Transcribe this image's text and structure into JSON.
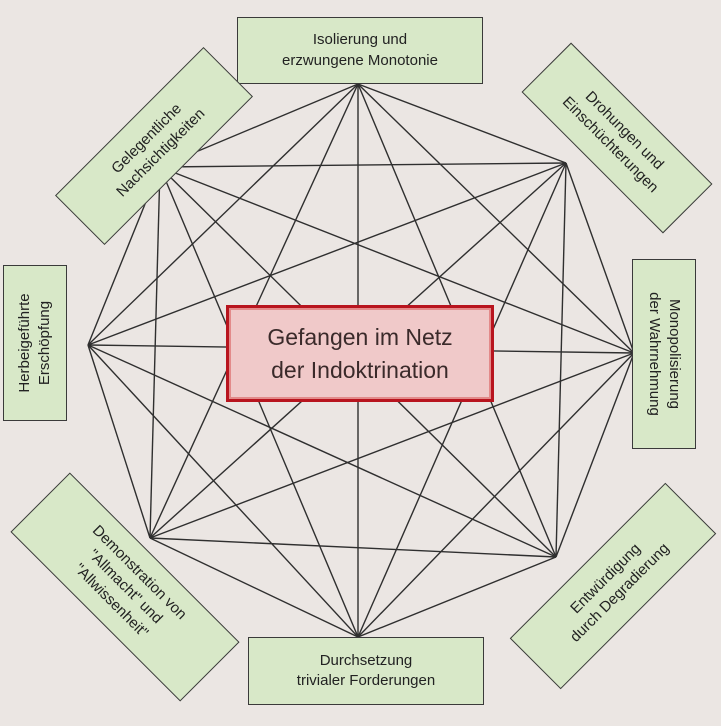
{
  "title": {
    "line1": "Gefangen im Netz",
    "line2": "der Indoktrination"
  },
  "nodes": [
    {
      "id": "isolation",
      "lines": [
        "Isolierung und",
        "erzwungene Monotonie"
      ]
    },
    {
      "id": "threats",
      "lines": [
        "Drohungen und",
        "Einschüchterungen"
      ]
    },
    {
      "id": "perception",
      "lines": [
        "Monopolisierung",
        "der Wahrnehmung"
      ]
    },
    {
      "id": "degradation",
      "lines": [
        "Entwürdigung",
        "durch Degradierung"
      ]
    },
    {
      "id": "demands",
      "lines": [
        "Durchsetzung",
        "trivialer Forderungen"
      ]
    },
    {
      "id": "omnipotence",
      "lines": [
        "Demonstration von",
        "\"Allmacht\" und",
        "\"Allwissenheit\""
      ]
    },
    {
      "id": "exhaustion",
      "lines": [
        "Herbeigeführte",
        "Erschöpfung"
      ]
    },
    {
      "id": "indulgences",
      "lines": [
        "Gelegentliche",
        "Nachsichtigkeiten"
      ]
    }
  ],
  "colors": {
    "background": "#ebe6e3",
    "node_fill": "#d8e8c8",
    "center_fill": "#f0c9c9",
    "center_border": "#b8141e",
    "line": "#2f2f2f"
  }
}
